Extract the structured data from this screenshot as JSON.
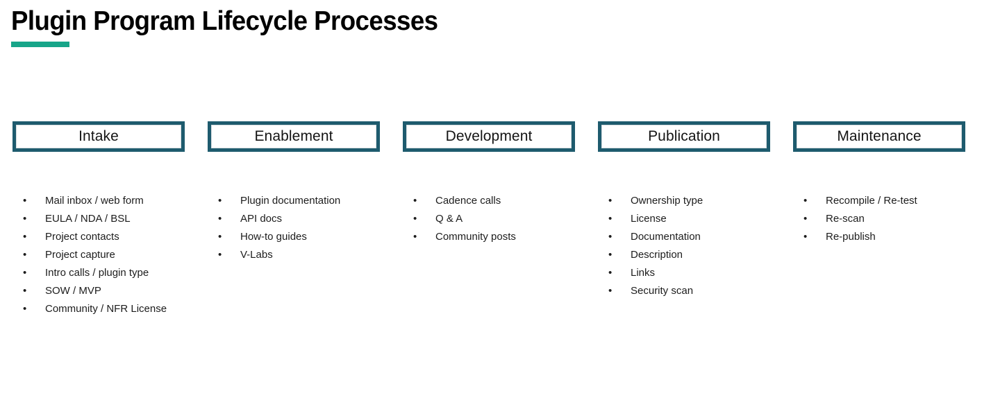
{
  "slide": {
    "title": "Plugin Program Lifecycle Processes",
    "accent_color": "#17a589",
    "box_border_color": "#1e5b6e",
    "background_color": "#ffffff",
    "text_color": "#1c1c1c",
    "bullet_glyph": "•"
  },
  "phases": [
    {
      "name": "Intake",
      "items": [
        "Mail inbox / web form",
        "EULA / NDA / BSL",
        "Project contacts",
        "Project capture",
        "Intro calls / plugin type",
        "SOW / MVP",
        "Community / NFR License"
      ]
    },
    {
      "name": "Enablement",
      "items": [
        "Plugin documentation",
        "API docs",
        "How-to guides",
        "V-Labs"
      ]
    },
    {
      "name": "Development",
      "items": [
        "Cadence calls",
        "Q & A",
        "Community posts"
      ]
    },
    {
      "name": "Publication",
      "items": [
        "Ownership type",
        "License",
        "Documentation",
        "Description",
        "Links",
        "Security scan"
      ]
    },
    {
      "name": "Maintenance",
      "items": [
        "Recompile / Re-test",
        "Re-scan",
        "Re-publish"
      ]
    }
  ]
}
